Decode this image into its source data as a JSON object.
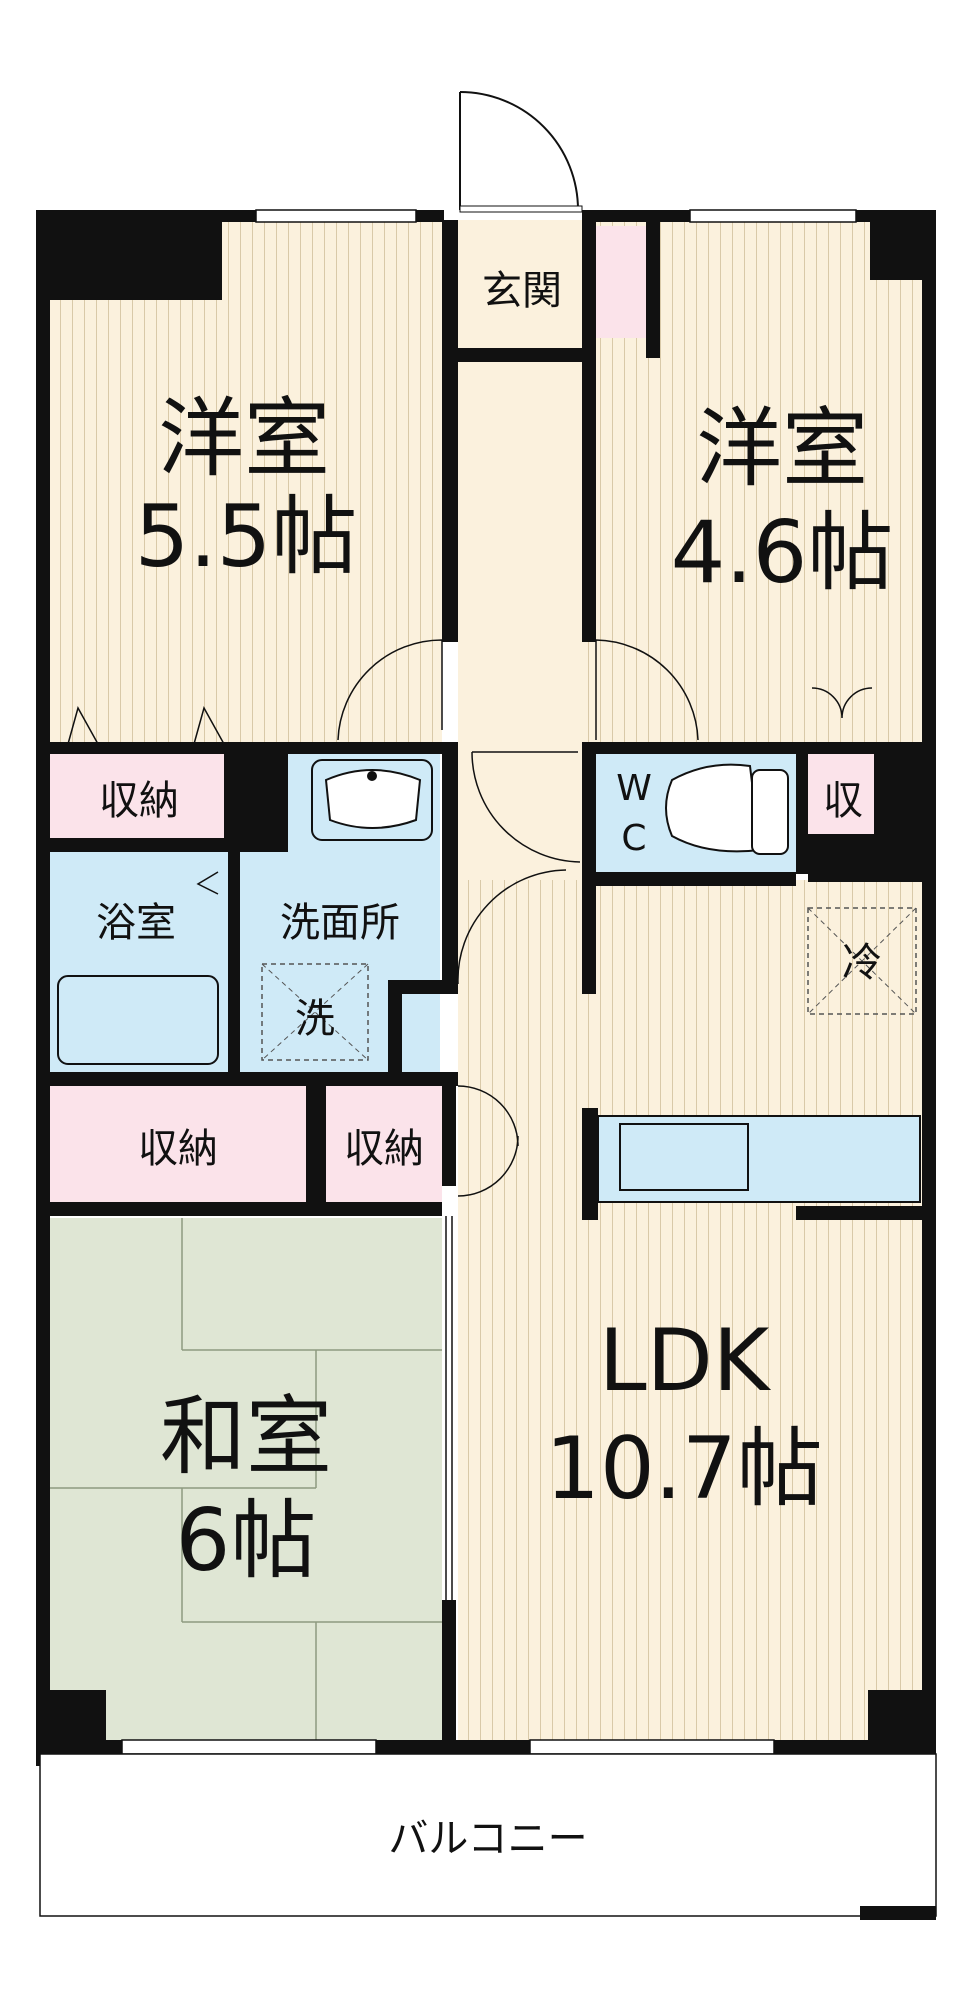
{
  "rooms": {
    "western_left": {
      "name": "洋室",
      "size": "5.5帖"
    },
    "western_right": {
      "name": "洋室",
      "size": "4.6帖"
    },
    "entrance": {
      "name": "玄関"
    },
    "storage_upper_left": {
      "name": "収納"
    },
    "storage_wc_side": {
      "name": "収"
    },
    "wc": {
      "name": "W\nC",
      "line1": "W",
      "line2": "C"
    },
    "bath": {
      "name": "浴室"
    },
    "washroom": {
      "name": "洗面所"
    },
    "washer": {
      "name": "洗"
    },
    "fridge": {
      "name": "冷"
    },
    "storage_mid_left": {
      "name": "収納"
    },
    "storage_mid_right": {
      "name": "収納"
    },
    "japanese": {
      "name": "和室",
      "size": "6帖"
    },
    "ldk": {
      "name": "LDK",
      "size": "10.7帖"
    },
    "balcony": {
      "name": "バルコニー"
    }
  },
  "colors": {
    "wall": "#111111",
    "wood_floor": "#fbf1dd",
    "wood_line": "#d9c9a8",
    "wet_area": "#cfeaf7",
    "storage": "#fbe3ea",
    "tatami": "#dfe6d4",
    "tatami_line": "#8e9a80"
  }
}
